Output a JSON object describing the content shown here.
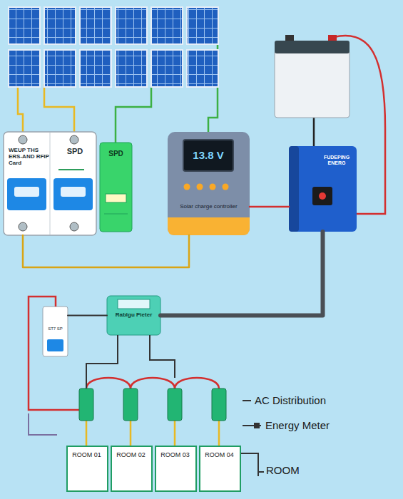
{
  "diagram": {
    "nodes": [
      {
        "text": [
          "WEUP THS ERS-AND RFIP Card",
          "SPD"
        ]
      },
      {
        "text": [
          "SPD"
        ]
      },
      {
        "text": [
          "13.8 V",
          "Solar charge controller"
        ]
      },
      {
        "text": [
          "FUDEPING ENERG"
        ]
      },
      {
        "text": [
          "ST7 SP"
        ]
      },
      {
        "text": [
          "Rablgu Pieter"
        ]
      },
      {
        "text": [
          "ROOM 01"
        ]
      },
      {
        "text": [
          "ROOM 02"
        ]
      },
      {
        "text": [
          "ROOM 03"
        ]
      },
      {
        "text": [
          "ROOM 04"
        ]
      }
    ],
    "edges": [
      {
        "from": 0,
        "to": 2,
        "arrow": "none"
      },
      {
        "from": 2,
        "to": 3,
        "arrow": "none"
      },
      {
        "from": 3,
        "to": 5,
        "arrow": "none"
      },
      {
        "from": 5,
        "to": 4,
        "arrow": "none"
      }
    ],
    "legend": [
      {
        "text": "AC Distribution"
      },
      {
        "text": "Energy Meter"
      },
      {
        "text": "ROOM"
      }
    ]
  }
}
